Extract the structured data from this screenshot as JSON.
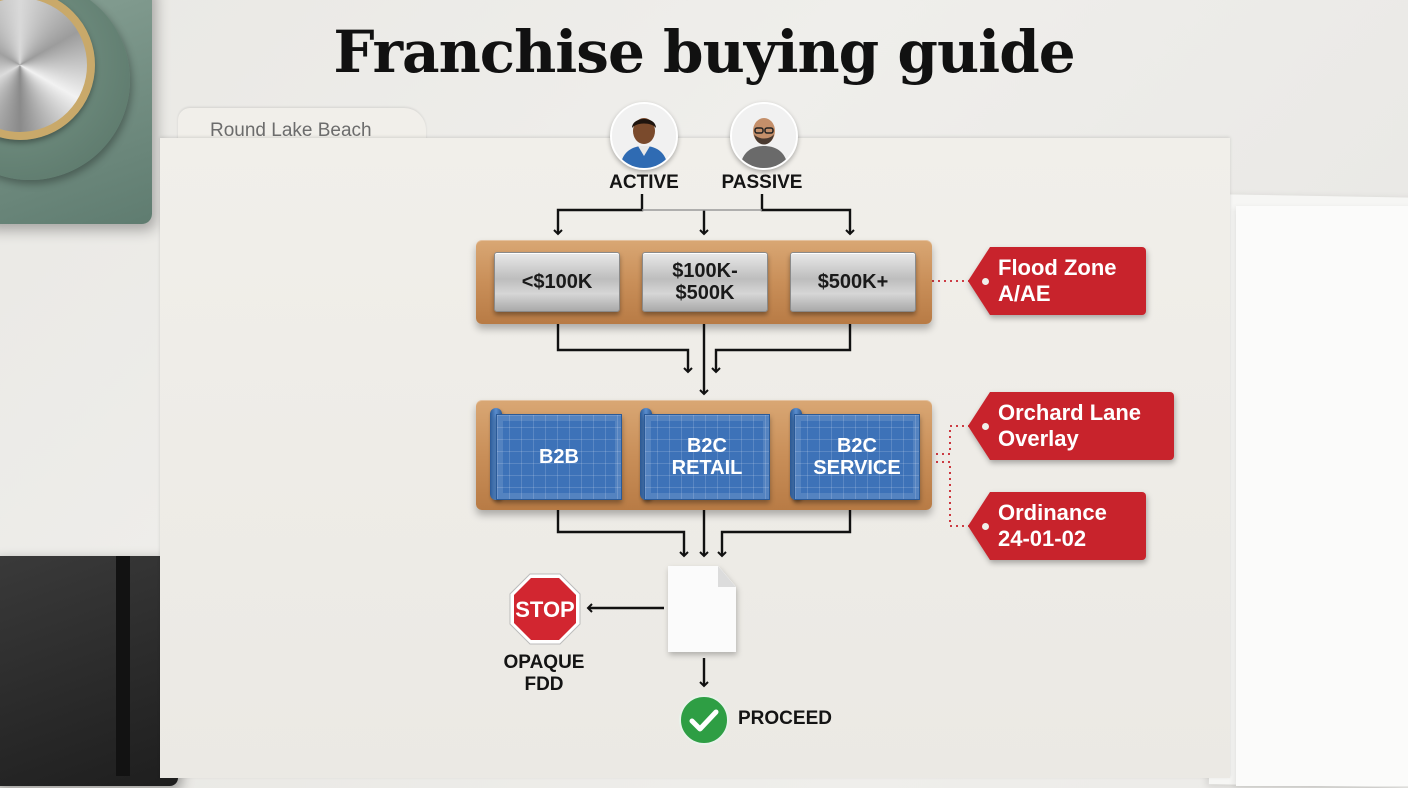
{
  "title": "Franchise buying guide",
  "folder_label": "Round Lake Beach",
  "involvement": [
    {
      "label": "ACTIVE",
      "icon": "person-active-icon"
    },
    {
      "label": "PASSIVE",
      "icon": "person-passive-icon"
    }
  ],
  "investment_tiers": [
    "<$100K",
    "$100K-\n$500K",
    "$500K+"
  ],
  "business_types": [
    "B2B",
    "B2C\nRETAIL",
    "B2C\nSERVICE"
  ],
  "risk_tags": [
    {
      "text": "Flood Zone\nA/AE"
    },
    {
      "text": "Orchard Lane\nOverlay"
    },
    {
      "text": "Ordinance\n24-01-02"
    }
  ],
  "stop": {
    "sign": "STOP",
    "label": "OPAQUE\nFDD"
  },
  "proceed": {
    "label": "PROCEED"
  },
  "colors": {
    "tag_red": "#c8232c",
    "blueprint_blue": "#3d72b8",
    "proceed_green": "#2e9e44",
    "stop_red": "#d22630"
  }
}
